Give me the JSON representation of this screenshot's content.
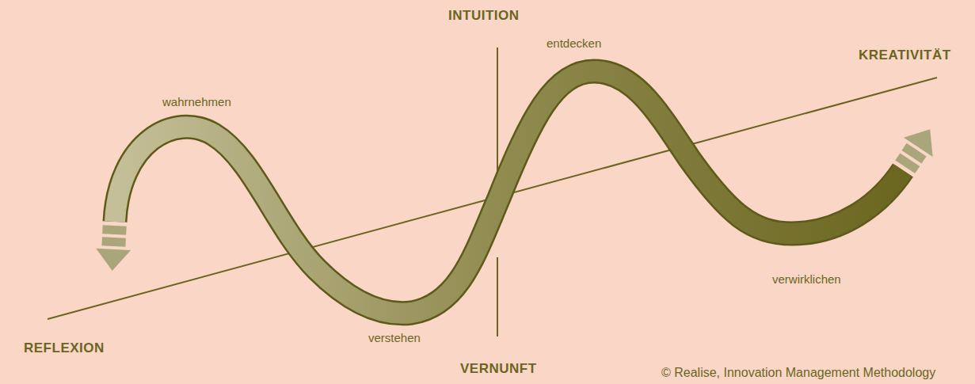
{
  "diagram": {
    "labels": [
      "INTUITION",
      "entdecken",
      "KREATIVITÄT",
      "wahrnehmen",
      "verwirklichen",
      "REFLEXION",
      "verstehen",
      "VERNUNFT",
      "© Realise, Innovation Management Methodology"
    ]
  }
}
